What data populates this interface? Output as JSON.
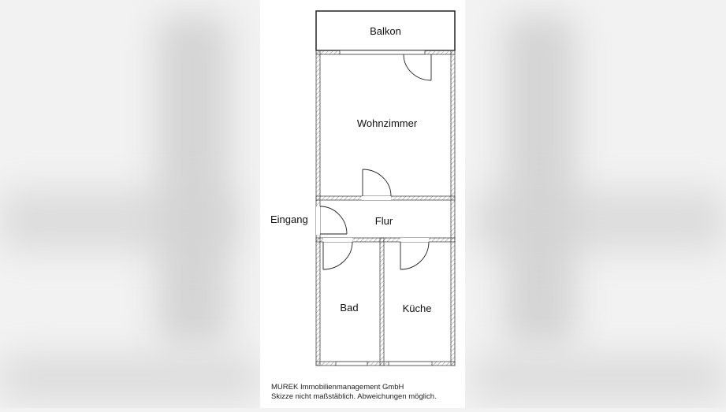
{
  "floorplan": {
    "rooms": [
      {
        "id": "balkon",
        "label": "Balkon"
      },
      {
        "id": "wohnzimmer",
        "label": "Wohnzimmer"
      },
      {
        "id": "flur",
        "label": "Flur"
      },
      {
        "id": "bad",
        "label": "Bad"
      },
      {
        "id": "kueche",
        "label": "Küche"
      }
    ],
    "entrance_label": "Eingang"
  },
  "footer": {
    "company": "MUREK Immobilienmanagement GmbH",
    "disclaimer": "Skizze nicht maßstäblich. Abweichungen möglich."
  },
  "colors": {
    "wall": "#333333",
    "background": "#ffffff",
    "blur_background": "#e6e6e6"
  }
}
